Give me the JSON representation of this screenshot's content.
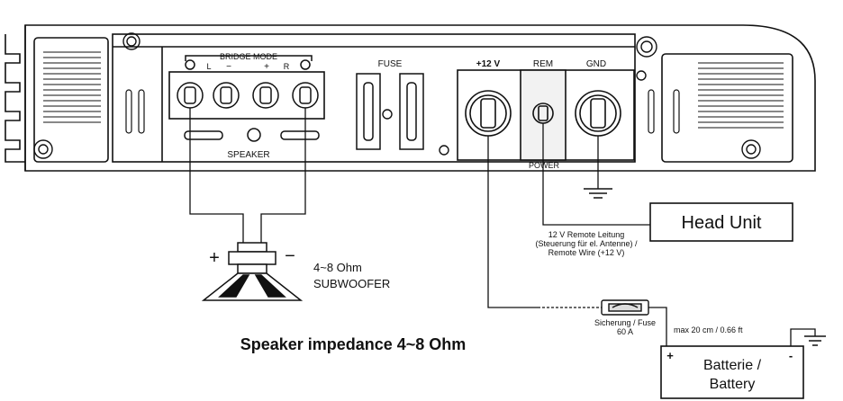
{
  "amplifier": {
    "bridge_mode": "BRIDGE MODE",
    "term_L": "L",
    "term_minus": "−",
    "term_plus": "+",
    "term_R": "R",
    "speaker": "SPEAKER",
    "fuse": "FUSE",
    "plus12v": "+12 V",
    "rem": "REM",
    "gnd": "GND",
    "power": "POWER"
  },
  "head_unit": {
    "label": "Head Unit"
  },
  "remote_note": [
    "12 V Remote Leitung",
    "(Steuerung für el. Antenne) /",
    "Remote Wire (+12 V)"
  ],
  "subwoofer": {
    "plus": "+",
    "minus": "−",
    "ohm": "4~8 Ohm",
    "name": "SUBWOOFER"
  },
  "fuse_note": [
    "Sicherung / Fuse",
    "60 A"
  ],
  "distance_note": "max 20 cm / 0.66 ft",
  "battery": {
    "plus": "+",
    "minus": "-",
    "line1": "Batterie /",
    "line2": "Battery"
  },
  "footer": {
    "impedance": "Speaker impedance 4~8 Ohm"
  }
}
